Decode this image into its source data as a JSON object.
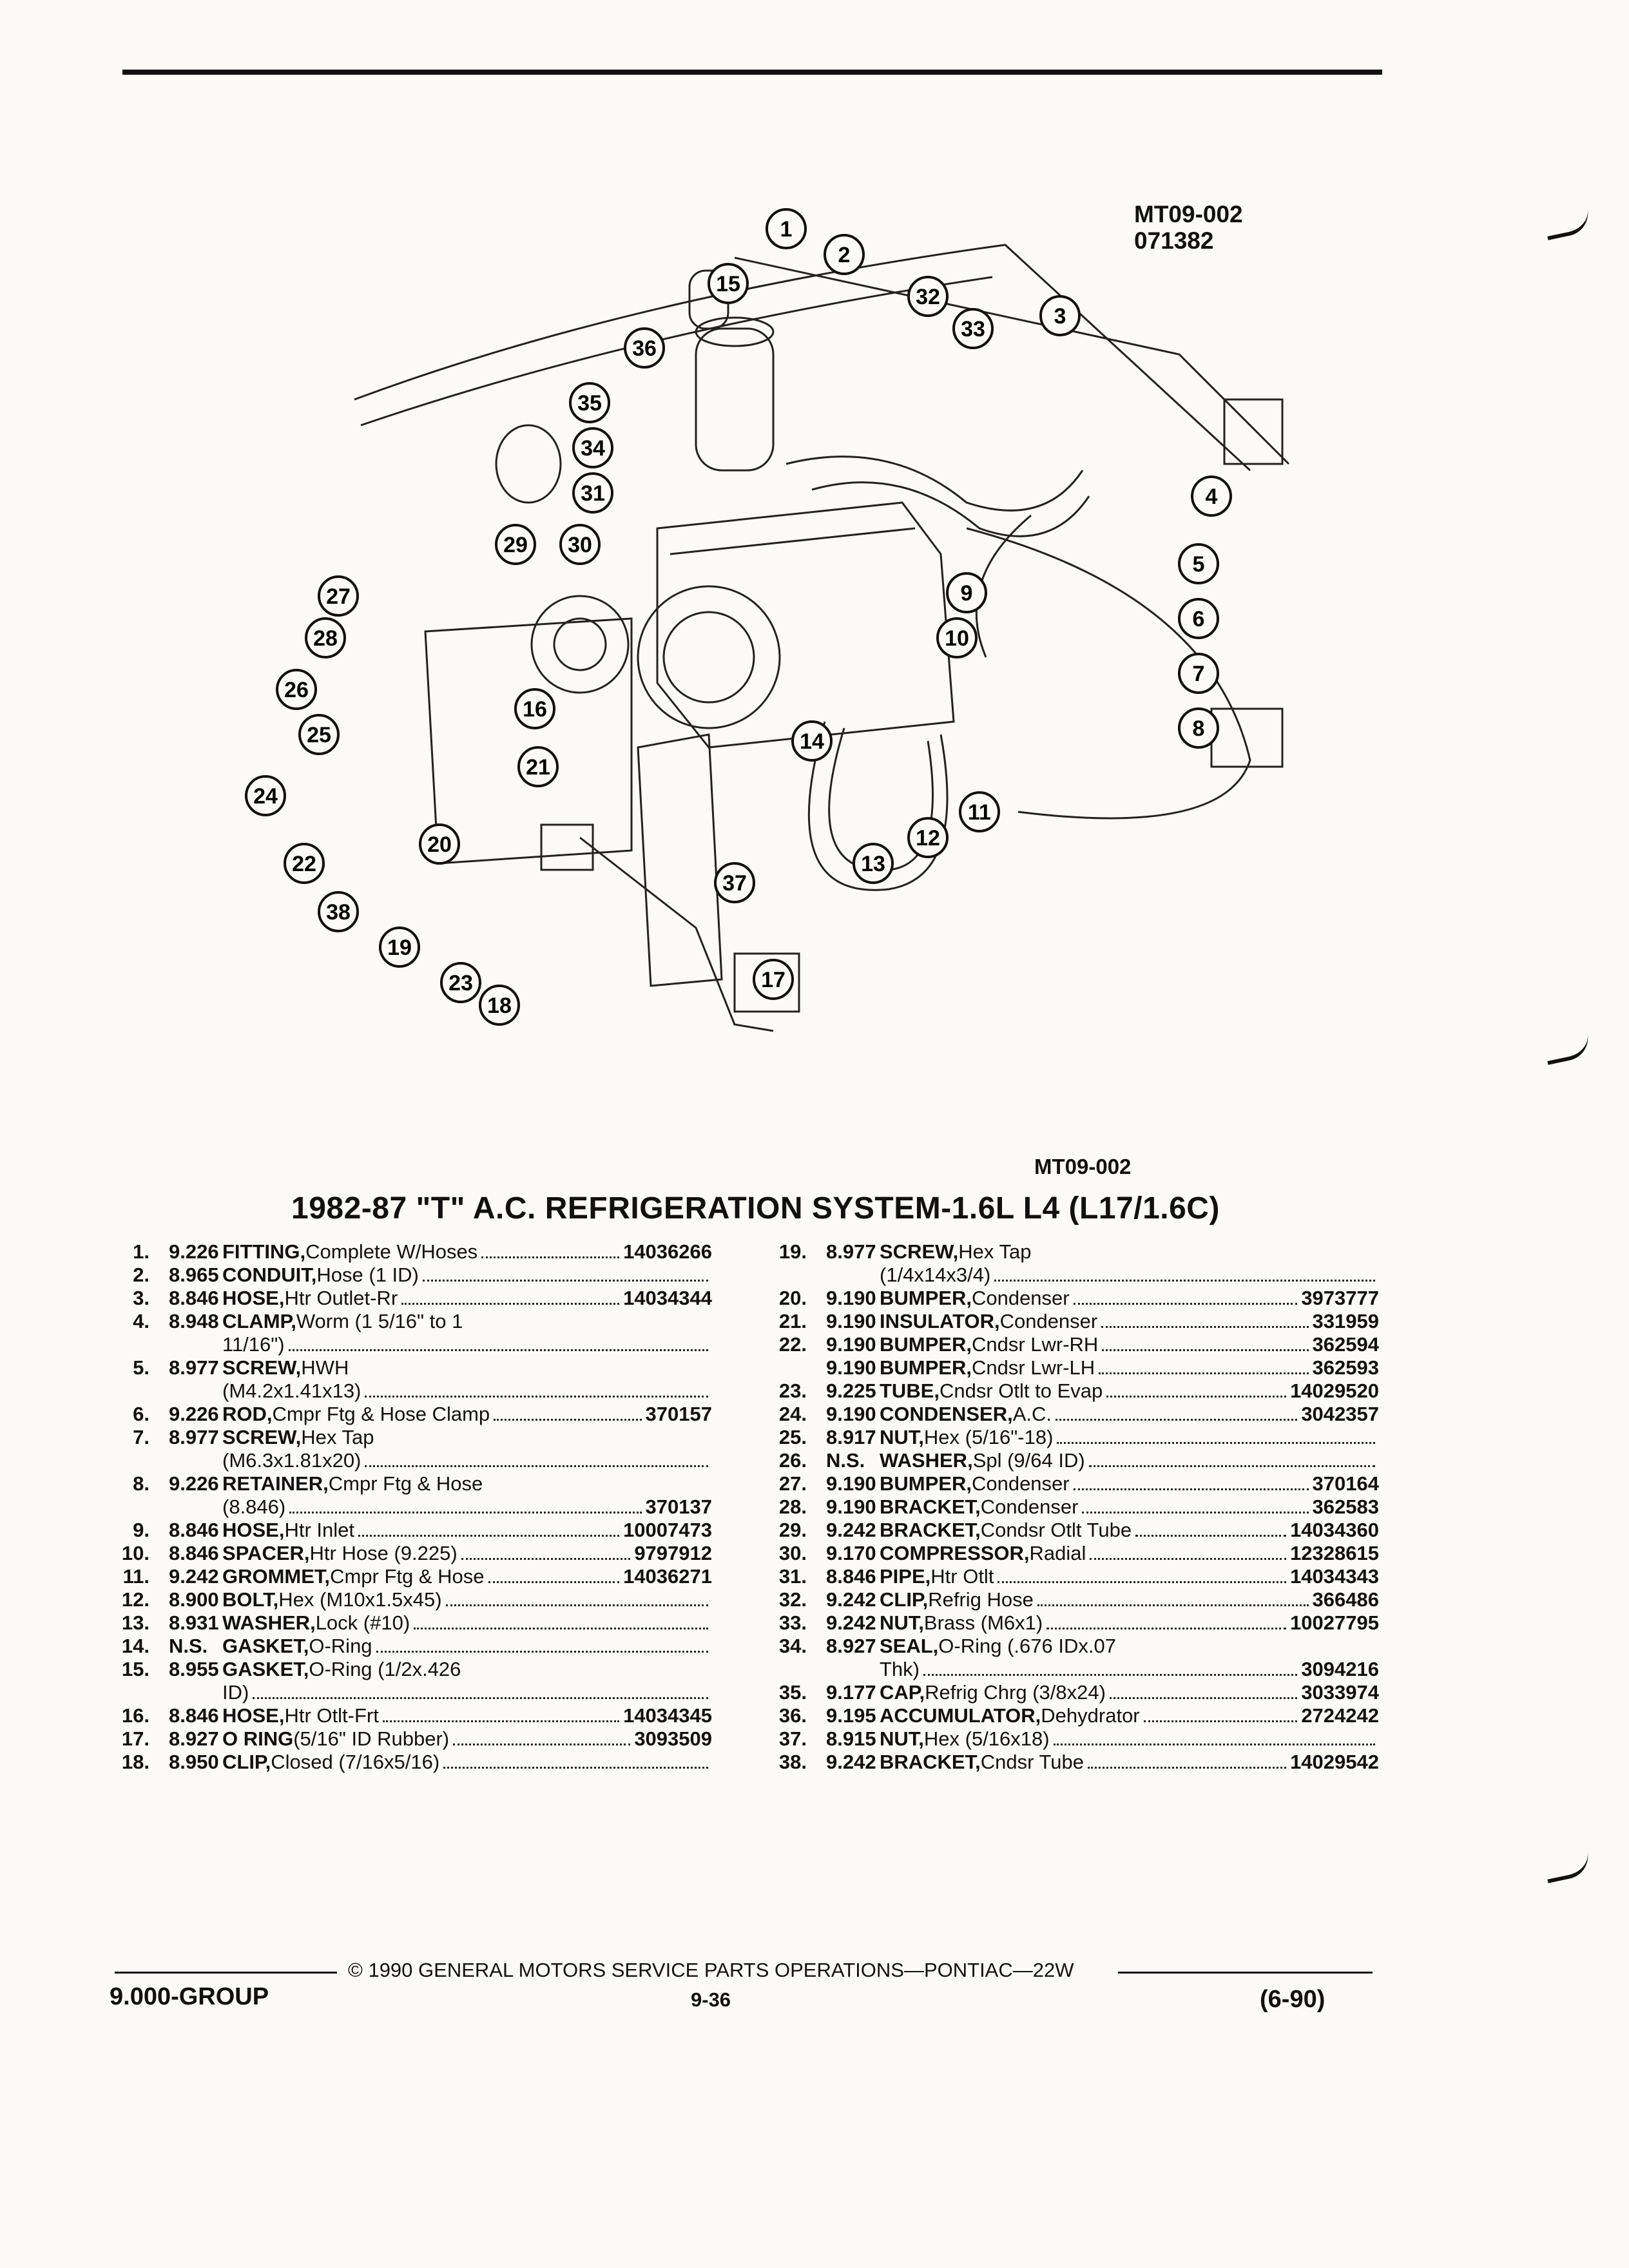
{
  "figure": {
    "id_line1": "MT09-002",
    "id_line2": "071382",
    "caption": "MT09-002"
  },
  "title": "1982-87 \"T\" A.C. REFRIGERATION SYSTEM-1.6L L4 (L17/1.6C)",
  "callouts": [
    "1",
    "2",
    "3",
    "4",
    "5",
    "6",
    "7",
    "8",
    "9",
    "10",
    "11",
    "12",
    "13",
    "14",
    "15",
    "16",
    "17",
    "18",
    "19",
    "20",
    "21",
    "22",
    "23",
    "24",
    "25",
    "26",
    "27",
    "28",
    "29",
    "30",
    "31",
    "32",
    "33",
    "34",
    "35",
    "36",
    "37",
    "38"
  ],
  "parts_left": [
    {
      "num": "1.",
      "ref": "9.226",
      "lines": [
        {
          "name": "FITTING,",
          "rest": " Complete W/Hoses",
          "pn": "14036266"
        }
      ]
    },
    {
      "num": "2.",
      "ref": "8.965",
      "lines": [
        {
          "name": "CONDUIT,",
          "rest": " Hose (1 ID)",
          "pn": ""
        }
      ]
    },
    {
      "num": "3.",
      "ref": "8.846",
      "lines": [
        {
          "name": "HOSE,",
          "rest": " Htr Outlet-Rr",
          "pn": "14034344"
        }
      ]
    },
    {
      "num": "4.",
      "ref": "8.948",
      "lines": [
        {
          "name": "CLAMP,",
          "rest": " Worm (1 5/16\" to 1",
          "pn": ""
        },
        {
          "name": "",
          "rest": "11/16\")",
          "pn": ""
        }
      ]
    },
    {
      "num": "5.",
      "ref": "8.977",
      "lines": [
        {
          "name": "SCREW,",
          "rest": " HWH",
          "pn": ""
        },
        {
          "name": "",
          "rest": "(M4.2x1.41x13)",
          "pn": ""
        }
      ]
    },
    {
      "num": "6.",
      "ref": "9.226",
      "lines": [
        {
          "name": "ROD,",
          "rest": " Cmpr Ftg & Hose Clamp",
          "pn": "370157"
        }
      ]
    },
    {
      "num": "7.",
      "ref": "8.977",
      "lines": [
        {
          "name": "SCREW,",
          "rest": " Hex Tap",
          "pn": ""
        },
        {
          "name": "",
          "rest": "(M6.3x1.81x20)",
          "pn": ""
        }
      ]
    },
    {
      "num": "8.",
      "ref": "9.226",
      "lines": [
        {
          "name": "RETAINER,",
          "rest": " Cmpr Ftg & Hose",
          "pn": ""
        },
        {
          "name": "",
          "rest": "(8.846)",
          "pn": "370137"
        }
      ]
    },
    {
      "num": "9.",
      "ref": "8.846",
      "lines": [
        {
          "name": "HOSE,",
          "rest": " Htr Inlet",
          "pn": "10007473"
        }
      ]
    },
    {
      "num": "10.",
      "ref": "8.846",
      "lines": [
        {
          "name": "SPACER,",
          "rest": " Htr Hose (9.225)",
          "pn": "9797912"
        }
      ]
    },
    {
      "num": "11.",
      "ref": "9.242",
      "lines": [
        {
          "name": "GROMMET,",
          "rest": " Cmpr Ftg & Hose",
          "pn": "14036271"
        }
      ]
    },
    {
      "num": "12.",
      "ref": "8.900",
      "lines": [
        {
          "name": "BOLT,",
          "rest": " Hex (M10x1.5x45)",
          "pn": ""
        }
      ]
    },
    {
      "num": "13.",
      "ref": "8.931",
      "lines": [
        {
          "name": "WASHER,",
          "rest": " Lock (#10)",
          "pn": ""
        }
      ]
    },
    {
      "num": "14.",
      "ref": "N.S.",
      "lines": [
        {
          "name": "GASKET,",
          "rest": " O-Ring",
          "pn": ""
        }
      ]
    },
    {
      "num": "15.",
      "ref": "8.955",
      "lines": [
        {
          "name": "GASKET,",
          "rest": " O-Ring (1/2x.426",
          "pn": ""
        },
        {
          "name": "",
          "rest": "ID)",
          "pn": ""
        }
      ]
    },
    {
      "num": "16.",
      "ref": "8.846",
      "lines": [
        {
          "name": "HOSE,",
          "rest": " Htr Otlt-Frt",
          "pn": "14034345"
        }
      ]
    },
    {
      "num": "17.",
      "ref": "8.927",
      "lines": [
        {
          "name": "O RING",
          "rest": " (5/16\" ID Rubber)",
          "pn": "3093509"
        }
      ]
    },
    {
      "num": "18.",
      "ref": "8.950",
      "lines": [
        {
          "name": "CLIP,",
          "rest": " Closed (7/16x5/16)",
          "pn": ""
        }
      ]
    }
  ],
  "parts_right": [
    {
      "num": "19.",
      "ref": "8.977",
      "lines": [
        {
          "name": "SCREW,",
          "rest": " Hex Tap",
          "pn": ""
        },
        {
          "name": "",
          "rest": "(1/4x14x3/4)",
          "pn": ""
        }
      ]
    },
    {
      "num": "20.",
      "ref": "9.190",
      "lines": [
        {
          "name": "BUMPER,",
          "rest": " Condenser",
          "pn": "3973777"
        }
      ]
    },
    {
      "num": "21.",
      "ref": "9.190",
      "lines": [
        {
          "name": "INSULATOR,",
          "rest": " Condenser",
          "pn": "331959"
        }
      ]
    },
    {
      "num": "22.",
      "ref": "9.190",
      "lines": [
        {
          "name": "BUMPER,",
          "rest": " Cndsr Lwr-RH",
          "pn": "362594"
        }
      ]
    },
    {
      "num": "",
      "ref": "9.190",
      "lines": [
        {
          "name": "BUMPER,",
          "rest": " Cndsr Lwr-LH",
          "pn": "362593"
        }
      ]
    },
    {
      "num": "23.",
      "ref": "9.225",
      "lines": [
        {
          "name": "TUBE,",
          "rest": " Cndsr Otlt to Evap",
          "pn": "14029520"
        }
      ]
    },
    {
      "num": "24.",
      "ref": "9.190",
      "lines": [
        {
          "name": "CONDENSER,",
          "rest": " A.C.",
          "pn": "3042357"
        }
      ]
    },
    {
      "num": "25.",
      "ref": "8.917",
      "lines": [
        {
          "name": "NUT,",
          "rest": " Hex (5/16\"-18)",
          "pn": ""
        }
      ]
    },
    {
      "num": "26.",
      "ref": "N.S.",
      "lines": [
        {
          "name": "WASHER,",
          "rest": " Spl (9/64 ID)",
          "pn": ""
        }
      ]
    },
    {
      "num": "27.",
      "ref": "9.190",
      "lines": [
        {
          "name": "BUMPER,",
          "rest": " Condenser",
          "pn": "370164"
        }
      ]
    },
    {
      "num": "28.",
      "ref": "9.190",
      "lines": [
        {
          "name": "BRACKET,",
          "rest": " Condenser",
          "pn": "362583"
        }
      ]
    },
    {
      "num": "29.",
      "ref": "9.242",
      "lines": [
        {
          "name": "BRACKET,",
          "rest": " Condsr Otlt Tube",
          "pn": "14034360"
        }
      ]
    },
    {
      "num": "30.",
      "ref": "9.170",
      "lines": [
        {
          "name": "COMPRESSOR,",
          "rest": " Radial",
          "pn": "12328615"
        }
      ]
    },
    {
      "num": "31.",
      "ref": "8.846",
      "lines": [
        {
          "name": "PIPE,",
          "rest": " Htr Otlt",
          "pn": "14034343"
        }
      ]
    },
    {
      "num": "32.",
      "ref": "9.242",
      "lines": [
        {
          "name": "CLIP,",
          "rest": " Refrig Hose",
          "pn": "366486"
        }
      ]
    },
    {
      "num": "33.",
      "ref": "9.242",
      "lines": [
        {
          "name": "NUT,",
          "rest": " Brass (M6x1)",
          "pn": "10027795"
        }
      ]
    },
    {
      "num": "34.",
      "ref": "8.927",
      "lines": [
        {
          "name": "SEAL,",
          "rest": " O-Ring (.676 IDx.07",
          "pn": ""
        },
        {
          "name": "",
          "rest": "Thk)",
          "pn": "3094216"
        }
      ]
    },
    {
      "num": "35.",
      "ref": "9.177",
      "lines": [
        {
          "name": "CAP,",
          "rest": " Refrig Chrg (3/8x24)",
          "pn": "3033974"
        }
      ]
    },
    {
      "num": "36.",
      "ref": "9.195",
      "lines": [
        {
          "name": "ACCUMULATOR,",
          "rest": " Dehydrator",
          "pn": "2724242"
        }
      ]
    },
    {
      "num": "37.",
      "ref": "8.915",
      "lines": [
        {
          "name": "NUT,",
          "rest": " Hex (5/16x18)",
          "pn": ""
        }
      ]
    },
    {
      "num": "38.",
      "ref": "9.242",
      "lines": [
        {
          "name": "BRACKET,",
          "rest": " Cndsr Tube",
          "pn": "14029542"
        }
      ]
    }
  ],
  "footer": {
    "copyright": "© 1990 GENERAL MOTORS SERVICE PARTS OPERATIONS—PONTIAC—22W",
    "group": "9.000-GROUP",
    "page": "9-36",
    "date": "(6-90)"
  }
}
